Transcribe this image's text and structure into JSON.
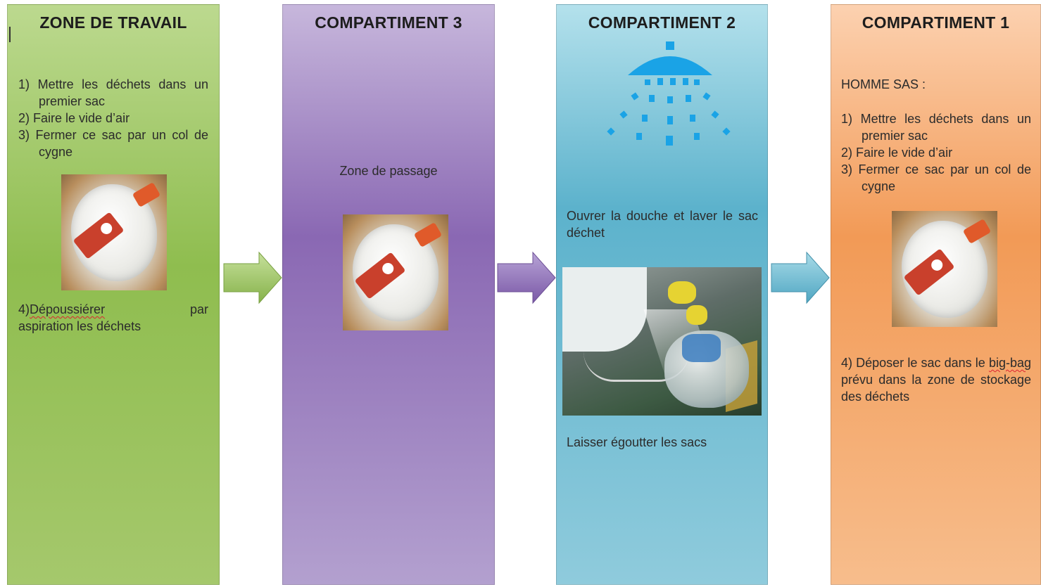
{
  "columns": {
    "work": {
      "title": "ZONE DE TRAVAIL",
      "steps": [
        "1) Mettre les déchets dans un premier sac",
        "2) Faire le vide d’air",
        "3) Fermer ce sac par un col de cygne"
      ],
      "step4_prefix": "4)",
      "step4_word": "Dépoussiérer",
      "step4_par": "par",
      "step4_rest": "aspiration les déchets"
    },
    "c3": {
      "title": "COMPARTIMENT 3",
      "text": "Zone de passage"
    },
    "c2": {
      "title": "COMPARTIMENT 2",
      "text1": "Ouvrer la douche et laver le sac déchet",
      "text2": "Laisser égoutter les sacs"
    },
    "c1": {
      "title": "COMPARTIMENT 1",
      "role": "HOMME SAS :",
      "steps": [
        "1) Mettre les déchets dans un premier sac",
        "2) Faire le vide d’air",
        "3) Fermer ce sac par un col de cygne"
      ],
      "step4_prefix": "4) Déposer le sac dans le",
      "step4_word": "big-bag",
      "step4_rest": "prévu dans la zone de stockage des déchets"
    }
  },
  "images": {
    "bag_photo": "waste-bag-photo",
    "shower": "shower-icon",
    "washing_photo": "washing-bag-photo"
  },
  "colors": {
    "work": "#8fbd4f",
    "c3": "#8a68b3",
    "c2": "#5cb2cc",
    "c1": "#f29a56",
    "shower": "#1aa3e6"
  }
}
